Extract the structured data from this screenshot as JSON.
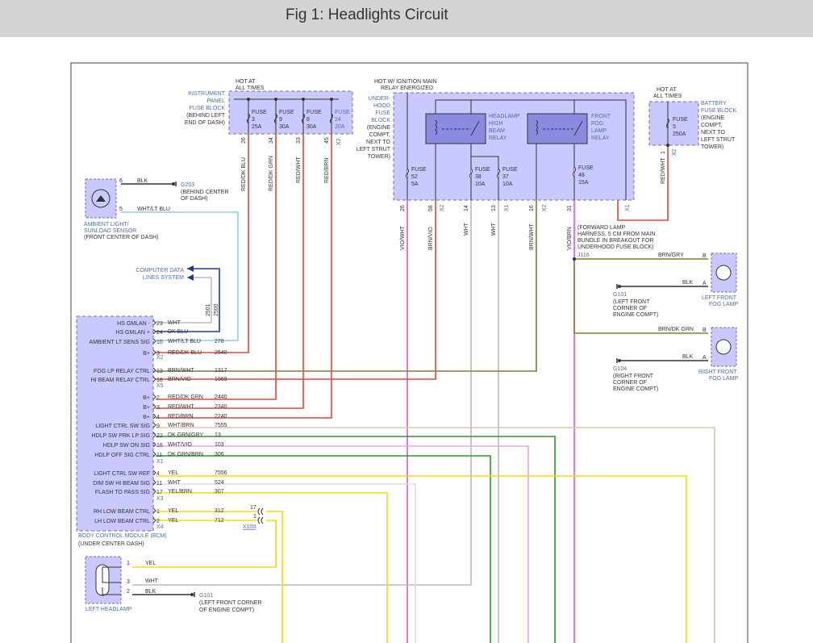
{
  "title": "Fig 1: Headlights Circuit",
  "colors": {
    "red": "#e04a3a",
    "darkred": "#c83020",
    "magenta": "#e055e0",
    "pink": "#f0a0f0",
    "yellow": "#f0e000",
    "green": "#2a9a2a",
    "gray": "#bbbbbb",
    "olive": "#8a7a30",
    "navy": "#1a3aa0",
    "lightblue": "#8ad0e8",
    "tan": "#d8c8a8",
    "box": "#c9c9ff"
  },
  "components": {
    "ipfb": {
      "label": [
        "INSTRUMENT",
        "PANEL",
        "FUSE BLOCK"
      ],
      "loc": [
        "(BEHIND LEFT",
        "END OF DASH)"
      ],
      "hot": [
        "HOT AT",
        "ALL TIMES"
      ]
    },
    "ipfb_fuses": [
      {
        "l1": "FUSE",
        "l2": "3",
        "l3": "25A"
      },
      {
        "l1": "FUSE",
        "l2": "9",
        "l3": "30A"
      },
      {
        "l1": "FUSE",
        "l2": "8",
        "l3": "30A"
      },
      {
        "l1": "FUSE",
        "l2": "24",
        "l3": "20A"
      }
    ],
    "uhfb": {
      "label": [
        "UNDER-",
        "HOOD",
        "FUSE",
        "BLOCK"
      ],
      "loc": [
        "(ENGINE",
        "COMPT,",
        "NEXT TO",
        "LEFT STRUT",
        "TOWER)"
      ],
      "hot": [
        "HOT W/ IGNITION MAIN",
        "RELAY ENERGIZED"
      ]
    },
    "uhfb_fuses": [
      {
        "l1": "FUSE",
        "l2": "52",
        "l3": "5A"
      },
      {
        "l1": "FUSE",
        "l2": "38",
        "l3": "10A"
      },
      {
        "l1": "FUSE",
        "l2": "37",
        "l3": "10A"
      },
      {
        "l1": "FUSE",
        "l2": "48",
        "l3": "15A"
      }
    ],
    "hi_relay": [
      "HEADLAMP",
      "HIGH",
      "BEAM",
      "RELAY"
    ],
    "fog_relay": [
      "FRONT",
      "FOG",
      "LAMP",
      "RELAY"
    ],
    "bfb": {
      "label": [
        "BATTERY",
        "FUSE BLOCK"
      ],
      "loc": [
        "(ENGINE",
        "COMPT,",
        "NEXT TO",
        "LEFT STRUT",
        "TOWER)"
      ],
      "hot": [
        "HOT AT",
        "ALL TIMES"
      ],
      "fuse": [
        "FUSE",
        "5",
        "250A"
      ]
    },
    "sensor": {
      "label": [
        "AMBIENT LIGHT/",
        "SUNLOAD SENSOR"
      ],
      "loc": "(FRONT CENTER OF DASH)"
    },
    "g203": {
      "label": "G203",
      "loc": [
        "(BEHIND CENTER",
        "OF DASH)"
      ]
    },
    "cdls": [
      "COMPUTER DATA",
      "LINES SYSTEM"
    ],
    "bcm": {
      "label": "BODY CONTROL MODULE (BCM)",
      "loc": "(UNDER CENTER DASH)"
    },
    "harness": [
      "(FORWARD LAMP",
      "HARNESS, 5 CM FROM MAIN",
      "BUNDLE IN BREAKOUT FOR",
      "UNDERHOOD FUSE BLOCK)"
    ],
    "j116": "J116",
    "left_fog": {
      "label": [
        "LEFT FRONT",
        "FOG LAMP"
      ]
    },
    "right_fog": {
      "label": [
        "RIGHT FRONT",
        "FOG LAMP"
      ]
    },
    "g101": {
      "label": "G101",
      "loc": [
        "(LEFT FRONT",
        "CORNER OF",
        "ENGINE COMPT)"
      ]
    },
    "g104": {
      "label": "G104",
      "loc": [
        "(RIGHT FRONT",
        "CORNER OF",
        "ENGINE COMPT)"
      ]
    },
    "left_headlamp": "LEFT HEADLAMP",
    "g101b": {
      "label": "G101",
      "loc": [
        "(LEFT FRONT CORNER",
        "OF ENGINE COMPT)"
      ]
    },
    "x100": "X100"
  },
  "bcm_pins": [
    {
      "name": "HS GMLAN -",
      "pin": "23",
      "color": "WHT",
      "circuit": ""
    },
    {
      "name": "HS GMLAN +",
      "pin": "24",
      "color": "DK BLU",
      "circuit": ""
    },
    {
      "name": "AMBIENT LT SENS SIG",
      "pin": "10",
      "color": "WHT/LT BLU",
      "circuit": "278"
    },
    {
      "name": "B+",
      "pin": "3",
      "color": "RED/DK BLU",
      "circuit": "2540"
    },
    {
      "name": "FOG LP RELAY CTRL",
      "pin": "13",
      "color": "BRN/WHT",
      "circuit": "1317"
    },
    {
      "name": "HI BEAM RELAY CTRL",
      "pin": "18",
      "color": "BRN/VIO",
      "circuit": "1969"
    },
    {
      "name": "B+",
      "pin": "2",
      "color": "RED/DK GRN",
      "circuit": "2440"
    },
    {
      "name": "B+",
      "pin": "3",
      "color": "RED/WHT",
      "circuit": "2340"
    },
    {
      "name": "B+",
      "pin": "4",
      "color": "RED/BRN",
      "circuit": "2240"
    },
    {
      "name": "LIGHT CTRL SW SIG",
      "pin": "9",
      "color": "WHT/BRN",
      "circuit": "7555"
    },
    {
      "name": "HDLP SW PRK LP SIG",
      "pin": "22",
      "color": "DK GRN/GRY",
      "circuit": "13"
    },
    {
      "name": "HDLP SW ON SIG",
      "pin": "16",
      "color": "WHT/VIO",
      "circuit": "103"
    },
    {
      "name": "HDLP OFF SIG CTRL",
      "pin": "11",
      "color": "DK GRN/BRN",
      "circuit": "306"
    },
    {
      "name": "LIGHT CTRL SW REF",
      "pin": "4",
      "color": "YEL",
      "circuit": "7556"
    },
    {
      "name": "DIM SW HI BEAM SIG",
      "pin": "11",
      "color": "WHT",
      "circuit": "524"
    },
    {
      "name": "FLASH TO PASS SIG",
      "pin": "17",
      "color": "YEL/BRN",
      "circuit": "307"
    },
    {
      "name": "RH LOW BEAM CTRL",
      "pin": "1",
      "color": "YEL",
      "circuit": "312"
    },
    {
      "name": "LH LOW BEAM CTRL",
      "pin": "2",
      "color": "YEL",
      "circuit": "712"
    }
  ],
  "connectors": {
    "x2a": "X2",
    "x5": "X5",
    "x1": "X1",
    "x3": "X3",
    "x4": "X4"
  },
  "wire_labels": {
    "ipfb_pins": [
      "26",
      "34",
      "33",
      "45"
    ],
    "ipfb_x": "X2",
    "ipfb_colors": [
      "RED/DK BLU",
      "RED/DK GRN",
      "RED/WHT",
      "RED/BRN"
    ],
    "uhfb_pins": [
      "26",
      "58",
      "14",
      "13",
      "16",
      "31"
    ],
    "uhfb_x": [
      "X2",
      "X1",
      "X2",
      "X1"
    ],
    "uhfb_colors": [
      "VIO/WHT",
      "BRN/VIO",
      "WHT",
      "WHT",
      "BRN/WHT",
      "VIO/BRN"
    ],
    "bfb_pin": "1",
    "bfb_x": "X2",
    "bfb_color": "RED/WHT",
    "sensor_pins": [
      "6",
      "5"
    ],
    "sensor_colors": [
      "BLK",
      "WHT/LT BLU"
    ],
    "cdl_circuits": [
      "2501",
      "2500"
    ],
    "fog_l": {
      "pinB": "B",
      "pinA": "A",
      "c1": "BRN/GRY",
      "c2": "BLK"
    },
    "fog_r": {
      "pinB": "B",
      "pinA": "A",
      "c1": "BRN/DK GRN",
      "c2": "BLK"
    },
    "x100_pins": [
      "17",
      "1"
    ],
    "hl_pins": [
      "1",
      "3",
      "2"
    ],
    "hl_colors": [
      "YEL",
      "WHT",
      "BLK"
    ]
  }
}
